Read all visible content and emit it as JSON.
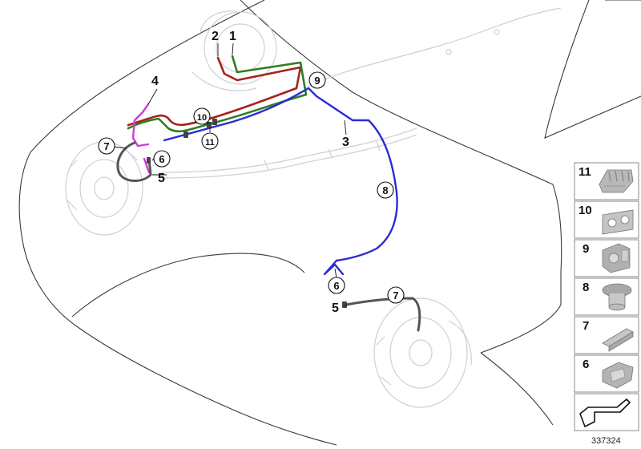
{
  "colors": {
    "line_blue": "#2b2bd6",
    "line_red": "#a5231d",
    "line_green": "#2e7d1f",
    "line_magenta": "#d23ad6",
    "ghost": "#cfcfcf",
    "outline": "#3a3a3a"
  },
  "callouts": {
    "n1": "1",
    "n2": "2",
    "n3": "3",
    "n4": "4",
    "n5a": "5",
    "n5b": "5",
    "n6a": "6",
    "n6b": "6",
    "n7a": "7",
    "n7b": "7",
    "n8": "8",
    "n9": "9",
    "n10": "10",
    "n11": "11"
  },
  "parts_panel": [
    {
      "num": "11",
      "icon": "plastic-clip-multi-icon"
    },
    {
      "num": "10",
      "icon": "hose-clip-icon"
    },
    {
      "num": "9",
      "icon": "holder-clip-icon"
    },
    {
      "num": "8",
      "icon": "push-clip-icon"
    },
    {
      "num": "7",
      "icon": "spring-clip-icon"
    },
    {
      "num": "6",
      "icon": "bracket-clip-icon"
    }
  ],
  "reference_number": "337324"
}
